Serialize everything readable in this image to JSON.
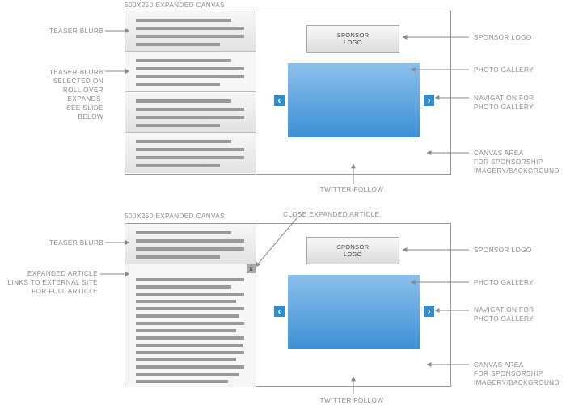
{
  "top": {
    "canvas_title": "500x250 EXPANDED CANVAS",
    "labels": {
      "teaser_blurb": "TEASER BLURB",
      "teaser_selected": [
        "TEASER BLURB",
        "SELECTED ON",
        "ROLL OVER",
        "EXPANDS-",
        "SEE SLIDE",
        "BELOW"
      ],
      "sponsor_logo": "SPONSOR LOGO",
      "photo_gallery": "PHOTO GALLERY",
      "navigation": [
        "NAVIGATION FOR",
        "PHOTO GALLERY"
      ],
      "canvas_area": [
        "CANVAS AREA",
        "FOR SPONSORSHIP",
        "IMAGERY/BACKGROUND"
      ],
      "twitter_follow": "TWITTER FOLLOW"
    },
    "sponsor_box": [
      "SPONSOR",
      "LOGO"
    ]
  },
  "bottom": {
    "canvas_title": "500x250 EXPANDED CANVAS",
    "labels": {
      "close_expanded": "CLOSE EXPANDED ARTICLE",
      "teaser_blurb": "TEASER BLURB",
      "expanded_article": [
        "EXPANDED ARTICLE",
        "LINKS TO EXTERNAL SITE",
        "FOR FULL ARTICLE"
      ],
      "sponsor_logo": "SPONSOR LOGO",
      "photo_gallery": "PHOTO GALLERY",
      "navigation": [
        "NAVIGATION FOR",
        "PHOTO GALLERY"
      ],
      "canvas_area": [
        "CANVAS AREA",
        "FOR SPONSORSHIP",
        "IMAGERY/BACKGROUND"
      ],
      "twitter_follow": "TWITTER FOLLOW"
    },
    "sponsor_box": [
      "SPONSOR",
      "LOGO"
    ],
    "close_glyph": "x"
  },
  "icons": {
    "prev": "chevron-left-icon",
    "next": "chevron-right-icon",
    "close": "close-icon"
  },
  "colors": {
    "gallery_top": "#8cc0ec",
    "gallery_bottom": "#3c8fd4",
    "nav": "#2f8dd0",
    "line": "#999999"
  }
}
